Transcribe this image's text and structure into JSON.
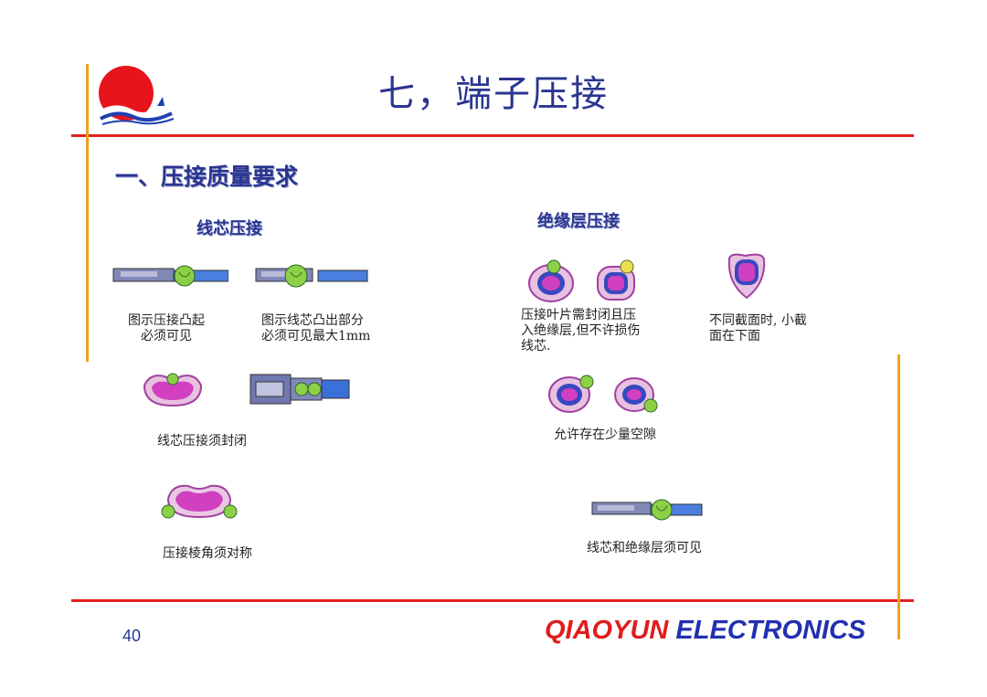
{
  "slide": {
    "title": "七，端子压接",
    "section_heading": "一、压接质量要求",
    "page_number": "40"
  },
  "left_column": {
    "heading": "线芯压接",
    "captions": {
      "bump_visible": "图示压接凸起\n必须可见",
      "core_protrude": "图示线芯凸出部分\n必须可见最大1mm",
      "closed": "线芯压接须封闭",
      "symmetric": "压接棱角须对称"
    }
  },
  "right_column": {
    "heading": "绝缘层压接",
    "captions": {
      "sealed": "压接叶片需封闭且压\n入绝缘层,但不许损伤\n线芯.",
      "smaller_below": "不同截面时, 小截\n面在下面",
      "gap_allowed": "允许存在少量空隙",
      "both_visible": "线芯和绝缘层须可见"
    }
  },
  "brand": {
    "part1": "QIAOYUN",
    "part2": "ELECTRONICS"
  },
  "colors": {
    "frame_red": "#e02020",
    "frame_orange": "#f0a020",
    "title_blue": "#2a3590",
    "brand_red": "#e01c1c",
    "brand_blue": "#2230b0"
  }
}
